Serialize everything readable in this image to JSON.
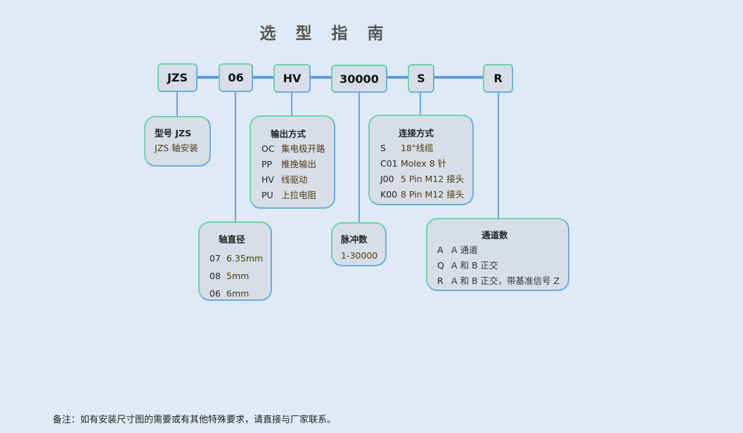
{
  "title": "选 型 指 南",
  "codes": [
    "JZS",
    "06",
    "HV",
    "30000",
    "S",
    "R"
  ],
  "model": {
    "title": "型号 JZS",
    "value": "JZS 轴安装"
  },
  "output": {
    "title": "输出方式",
    "rows": [
      {
        "k": "OC",
        "v": "集电极开路"
      },
      {
        "k": "PP",
        "v": "推挽输出"
      },
      {
        "k": "HV",
        "v": "线驱动"
      },
      {
        "k": "PU",
        "v": "上拉电阻"
      }
    ]
  },
  "shaft": {
    "title": "轴直径",
    "rows": [
      {
        "k": "07",
        "v": "6.35mm"
      },
      {
        "k": "08",
        "v": "5mm"
      },
      {
        "k": "06",
        "v": "6mm"
      }
    ]
  },
  "pulse": {
    "title": "脉冲数",
    "value": "1-30000"
  },
  "connection": {
    "title": "连接方式",
    "rows": [
      {
        "k": "S",
        "v": "18\"线缆"
      },
      {
        "k": "C01",
        "v": "Molex 8 针"
      },
      {
        "k": "J00",
        "v": "5 Pin M12 接头"
      },
      {
        "k": "K00",
        "v": "8 Pin M12 接头"
      }
    ]
  },
  "channels": {
    "title": "通道数",
    "rows": [
      {
        "k": "A",
        "v": "A 通道"
      },
      {
        "k": "Q",
        "v": "A 和 B 正交"
      },
      {
        "k": "R",
        "v": "A 和 B 正交，带基准信号 Z"
      }
    ]
  },
  "footer": "备注：如有安装尺寸图的需要或有其他特殊要求，请直接与厂家联系。"
}
